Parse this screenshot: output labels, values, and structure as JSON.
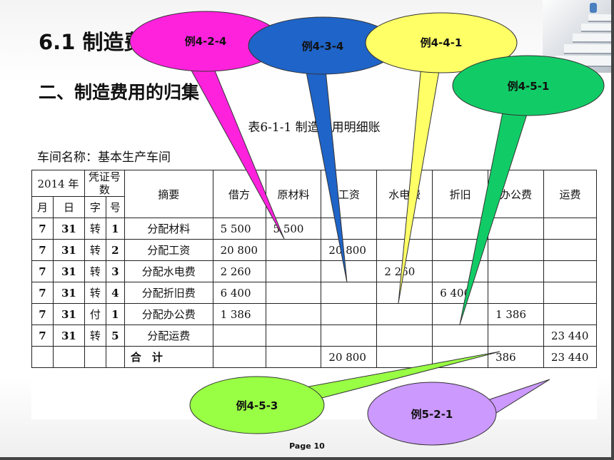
{
  "slide": {
    "title": "6.1 制造费用",
    "subtitle": "二、制造费用的归集",
    "page_label": "Page 10"
  },
  "ledger": {
    "title": "表6-1-1 制造费用明细账",
    "workshop": "车间名称：基本生产车间",
    "header": {
      "year": "2014 年",
      "voucher": "凭证号数",
      "summary": "摘要",
      "debit": "借方",
      "materials": "原材料",
      "wages": "工资",
      "utilities": "水电费",
      "depreciation": "折旧",
      "office": "办公费",
      "freight": "运费",
      "month": "月",
      "day": "日",
      "char": "字",
      "num": "号"
    },
    "rows": [
      {
        "month": "7",
        "day": "31",
        "char": "转",
        "num": "1",
        "summary": "分配材料",
        "debit": "5 500",
        "materials": "5 500",
        "wages": "",
        "utilities": "",
        "depreciation": "",
        "office": "",
        "freight": ""
      },
      {
        "month": "7",
        "day": "31",
        "char": "转",
        "num": "2",
        "summary": "分配工资",
        "debit": "20 800",
        "materials": "",
        "wages": "20 800",
        "utilities": "",
        "depreciation": "",
        "office": "",
        "freight": ""
      },
      {
        "month": "7",
        "day": "31",
        "char": "转",
        "num": "3",
        "summary": "分配水电费",
        "debit": "2 260",
        "materials": "",
        "wages": "",
        "utilities": "2 260",
        "depreciation": "",
        "office": "",
        "freight": ""
      },
      {
        "month": "7",
        "day": "31",
        "char": "转",
        "num": "4",
        "summary": "分配折旧费",
        "debit": "6 400",
        "materials": "",
        "wages": "",
        "utilities": "",
        "depreciation": "6 400",
        "office": "",
        "freight": ""
      },
      {
        "month": "7",
        "day": "31",
        "char": "付",
        "num": "1",
        "summary": "分配办公费",
        "debit": "1 386",
        "materials": "",
        "wages": "",
        "utilities": "",
        "depreciation": "",
        "office": "1 386",
        "freight": ""
      },
      {
        "month": "7",
        "day": "31",
        "char": "转",
        "num": "5",
        "summary": "分配运费",
        "debit": "",
        "materials": "",
        "wages": "",
        "utilities": "",
        "depreciation": "",
        "office": "",
        "freight": "23 440"
      }
    ],
    "total": {
      "summary": "合　计",
      "debit": "",
      "materials": "",
      "wages": "20 800",
      "utilities": "",
      "depreciation": "",
      "office": "386",
      "freight": "23 440"
    }
  },
  "callouts": [
    {
      "label": "例4-2-4",
      "color": "#ff22dd"
    },
    {
      "label": "例4-3-4",
      "color": "#1f64c8"
    },
    {
      "label": "例4-4-1",
      "color": "#ffff66"
    },
    {
      "label": "例4-5-1",
      "color": "#11cc66"
    },
    {
      "label": "例4-5-3",
      "color": "#99ff44"
    },
    {
      "label": "例5-2-1",
      "color": "#cc99ff"
    }
  ]
}
